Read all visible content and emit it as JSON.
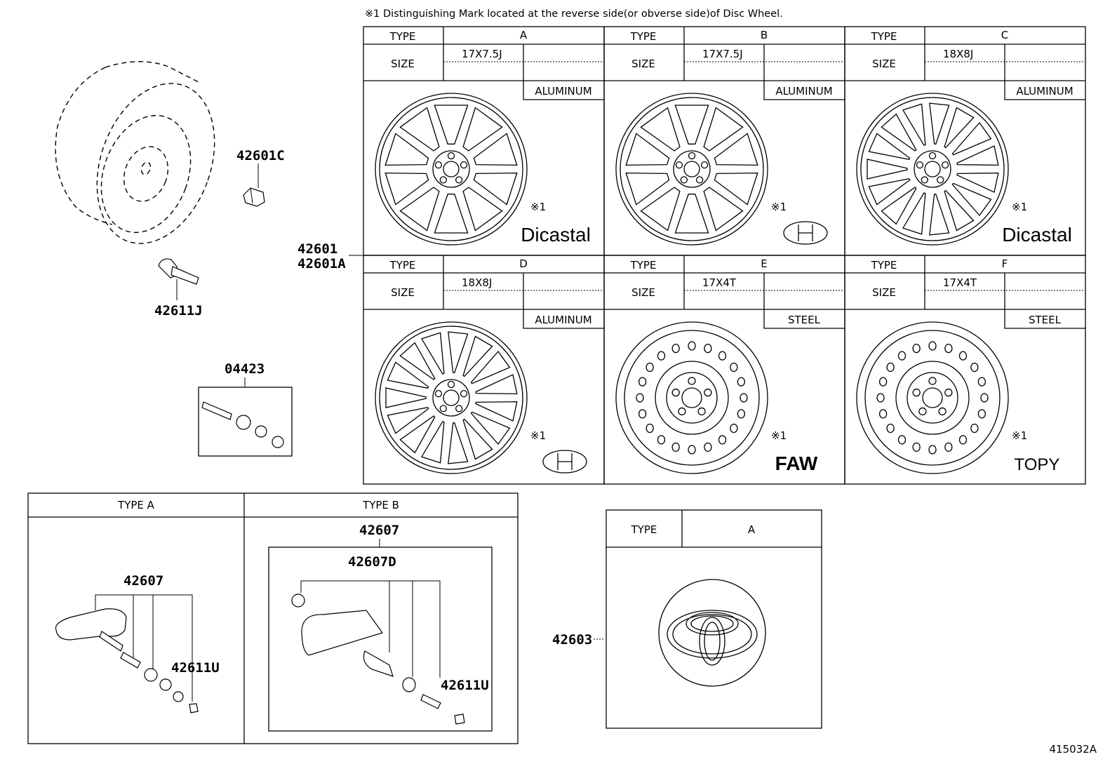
{
  "note": "※1 Distinguishing Mark located at the reverse side(or obverse side)of Disc Wheel.",
  "wheel_callout": [
    "42601",
    "42601A"
  ],
  "type_label": "TYPE",
  "size_label": "SIZE",
  "mark_ref": "※1",
  "wheels": [
    {
      "type": "A",
      "size": "17X7.5J",
      "material": "ALUMINUM",
      "maker": "Dicastal",
      "style": "spoke10"
    },
    {
      "type": "B",
      "size": "17X7.5J",
      "material": "ALUMINUM",
      "maker": "",
      "style": "spoke10"
    },
    {
      "type": "C",
      "size": "18X8J",
      "material": "ALUMINUM",
      "maker": "Dicastal",
      "style": "spoke15"
    },
    {
      "type": "D",
      "size": "18X8J",
      "material": "ALUMINUM",
      "maker": "",
      "style": "spoke15"
    },
    {
      "type": "E",
      "size": "17X4T",
      "material": "STEEL",
      "maker": "FAW",
      "style": "steel"
    },
    {
      "type": "F",
      "size": "17X4T",
      "material": "STEEL",
      "maker": "TOPY",
      "style": "steel"
    }
  ],
  "parts": {
    "lug_nut": "42601C",
    "valve": "42611J",
    "kit": "04423"
  },
  "sensor_types": {
    "a": {
      "title": "TYPE A",
      "sensor": "42607",
      "valve": "42611U"
    },
    "b": {
      "title": "TYPE B",
      "sensor": "42607",
      "sub": "42607D",
      "valve": "42611U"
    }
  },
  "cap": {
    "type_label": "TYPE",
    "type": "A",
    "part": "42603"
  },
  "illustration_id": "415032A"
}
